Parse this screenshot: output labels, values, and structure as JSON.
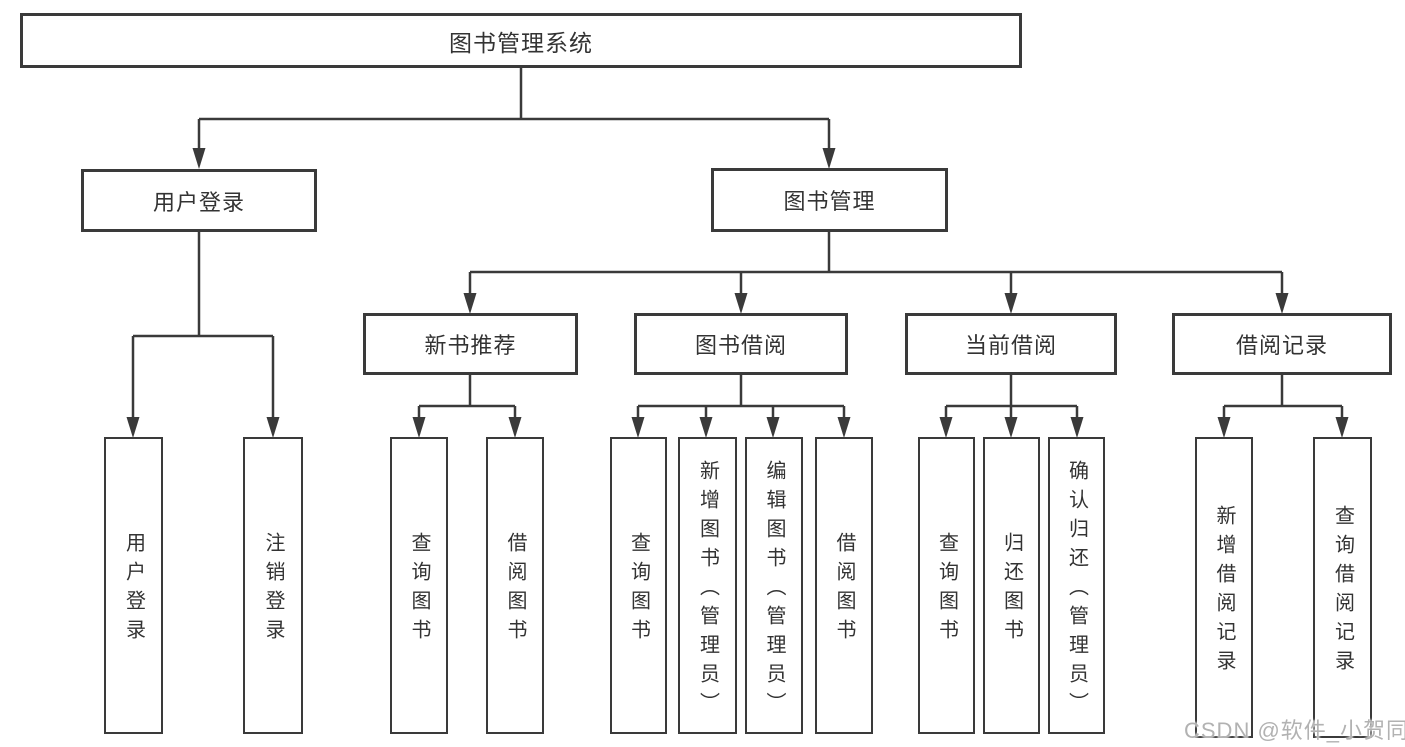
{
  "tree": {
    "root": {
      "label": "图书管理系统"
    },
    "level2": [
      {
        "label": "用户登录"
      },
      {
        "label": "图书管理"
      }
    ],
    "level3": [
      {
        "label": "新书推荐",
        "parent": "图书管理"
      },
      {
        "label": "图书借阅",
        "parent": "图书管理"
      },
      {
        "label": "当前借阅",
        "parent": "图书管理"
      },
      {
        "label": "借阅记录",
        "parent": "图书管理"
      }
    ],
    "leaves": [
      {
        "label": "用户登录",
        "parent": "用户登录"
      },
      {
        "label": "注销登录",
        "parent": "用户登录"
      },
      {
        "label": "查询图书",
        "parent": "新书推荐"
      },
      {
        "label": "借阅图书",
        "parent": "新书推荐"
      },
      {
        "label": "查询图书",
        "parent": "图书借阅"
      },
      {
        "label": "新增图书（管理员）",
        "parent": "图书借阅"
      },
      {
        "label": "编辑图书（管理员）",
        "parent": "图书借阅"
      },
      {
        "label": "借阅图书",
        "parent": "图书借阅"
      },
      {
        "label": "查询图书",
        "parent": "当前借阅"
      },
      {
        "label": "归还图书",
        "parent": "当前借阅"
      },
      {
        "label": "确认归还（管理员）",
        "parent": "当前借阅"
      },
      {
        "label": "新增借阅记录",
        "parent": "借阅记录"
      },
      {
        "label": "查询借阅记录",
        "parent": "借阅记录"
      }
    ]
  },
  "watermark": {
    "text": "CSDN @软件_小贺同学"
  },
  "colors": {
    "line": "#3a3a3a",
    "box_border": "#3a3a3a",
    "box_fill": "#ffffff",
    "text": "#333333",
    "watermark": "#b2b2b2",
    "background": "#ffffff"
  }
}
